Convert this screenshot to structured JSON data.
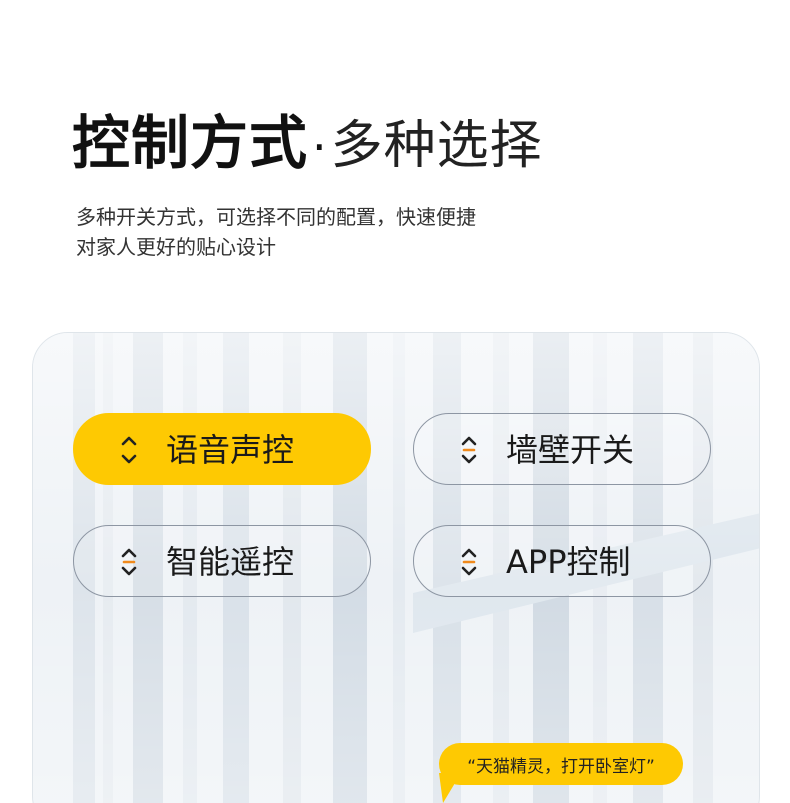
{
  "heading": {
    "bold": "控制方式",
    "separator": "·",
    "light": "多种选择"
  },
  "description": {
    "line1": "多种开关方式，可选择不同的配置，快速便捷",
    "line2": "对家人更好的贴心设计"
  },
  "options": [
    {
      "label": "语音声控",
      "active": true,
      "icon": "up-down-arrows-icon"
    },
    {
      "label": "墙壁开关",
      "active": false,
      "icon": "up-down-arrows-icon"
    },
    {
      "label": "智能遥控",
      "active": false,
      "icon": "up-down-arrows-icon"
    },
    {
      "label": "APP控制",
      "active": false,
      "icon": "up-down-arrows-icon"
    }
  ],
  "speech_bubble": {
    "text": "“天猫精灵，打开卧室灯”"
  },
  "colors": {
    "accent_yellow": "#fec902",
    "arrow_orange": "#f08a1c",
    "text_dark": "#111111",
    "pill_border": "#8d96a3"
  }
}
